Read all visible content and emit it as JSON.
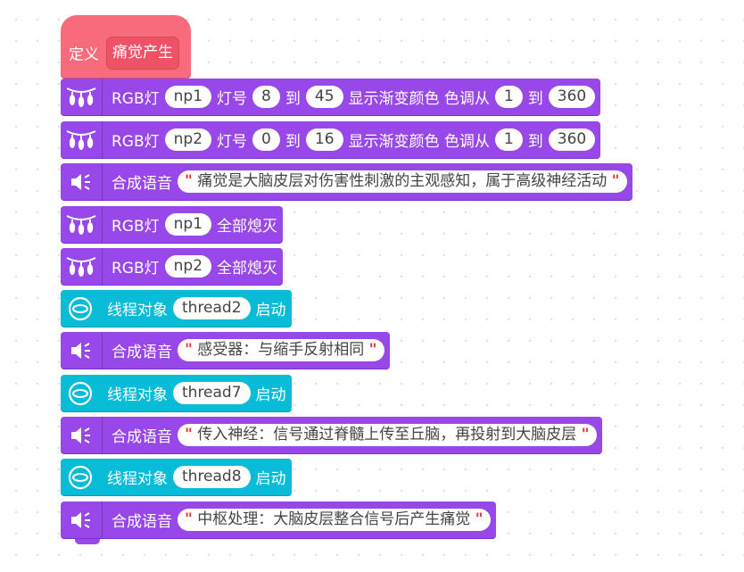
{
  "hat": {
    "label": "定义",
    "name": "痛觉产生"
  },
  "blocks": [
    {
      "type": "rgb-gradient",
      "color": "#9847e8",
      "label": "RGB灯",
      "np": "np1",
      "t1": "灯号",
      "from": "8",
      "t2": "到",
      "to": "45",
      "t3": "显示渐变颜色 色调从",
      "hue_from": "1",
      "t4": "到",
      "hue_to": "360"
    },
    {
      "type": "rgb-gradient",
      "color": "#9847e8",
      "label": "RGB灯",
      "np": "np2",
      "t1": "灯号",
      "from": "0",
      "t2": "到",
      "to": "16",
      "t3": "显示渐变颜色 色调从",
      "hue_from": "1",
      "t4": "到",
      "hue_to": "360"
    },
    {
      "type": "speech",
      "color": "#9847e8",
      "label": "合成语音",
      "text": "痛觉是大脑皮层对伤害性刺激的主观感知，属于高级神经活动"
    },
    {
      "type": "rgb-off",
      "color": "#9847e8",
      "label": "RGB灯",
      "np": "np1",
      "t1": "全部熄灭"
    },
    {
      "type": "rgb-off",
      "color": "#9847e8",
      "label": "RGB灯",
      "np": "np2",
      "t1": "全部熄灭"
    },
    {
      "type": "thread",
      "color": "#08bcd7",
      "label": "线程对象",
      "thread": "thread2",
      "t1": "启动"
    },
    {
      "type": "speech",
      "color": "#9847e8",
      "label": "合成语音",
      "text": "感受器：与缩手反射相同"
    },
    {
      "type": "thread",
      "color": "#08bcd7",
      "label": "线程对象",
      "thread": "thread7",
      "t1": "启动"
    },
    {
      "type": "speech",
      "color": "#9847e8",
      "label": "合成语音",
      "text": "传入神经：信号通过脊髓上传至丘脑，再投射到大脑皮层"
    },
    {
      "type": "thread",
      "color": "#08bcd7",
      "label": "线程对象",
      "thread": "thread8",
      "t1": "启动"
    },
    {
      "type": "speech",
      "color": "#9847e8",
      "label": "合成语音",
      "text": "中枢处理：大脑皮层整合信号后产生痛觉"
    }
  ],
  "quote_mark": "\"",
  "icons": {
    "rgb": "led-strip-icon",
    "speech": "speaker-icon",
    "thread": "thread-icon"
  }
}
